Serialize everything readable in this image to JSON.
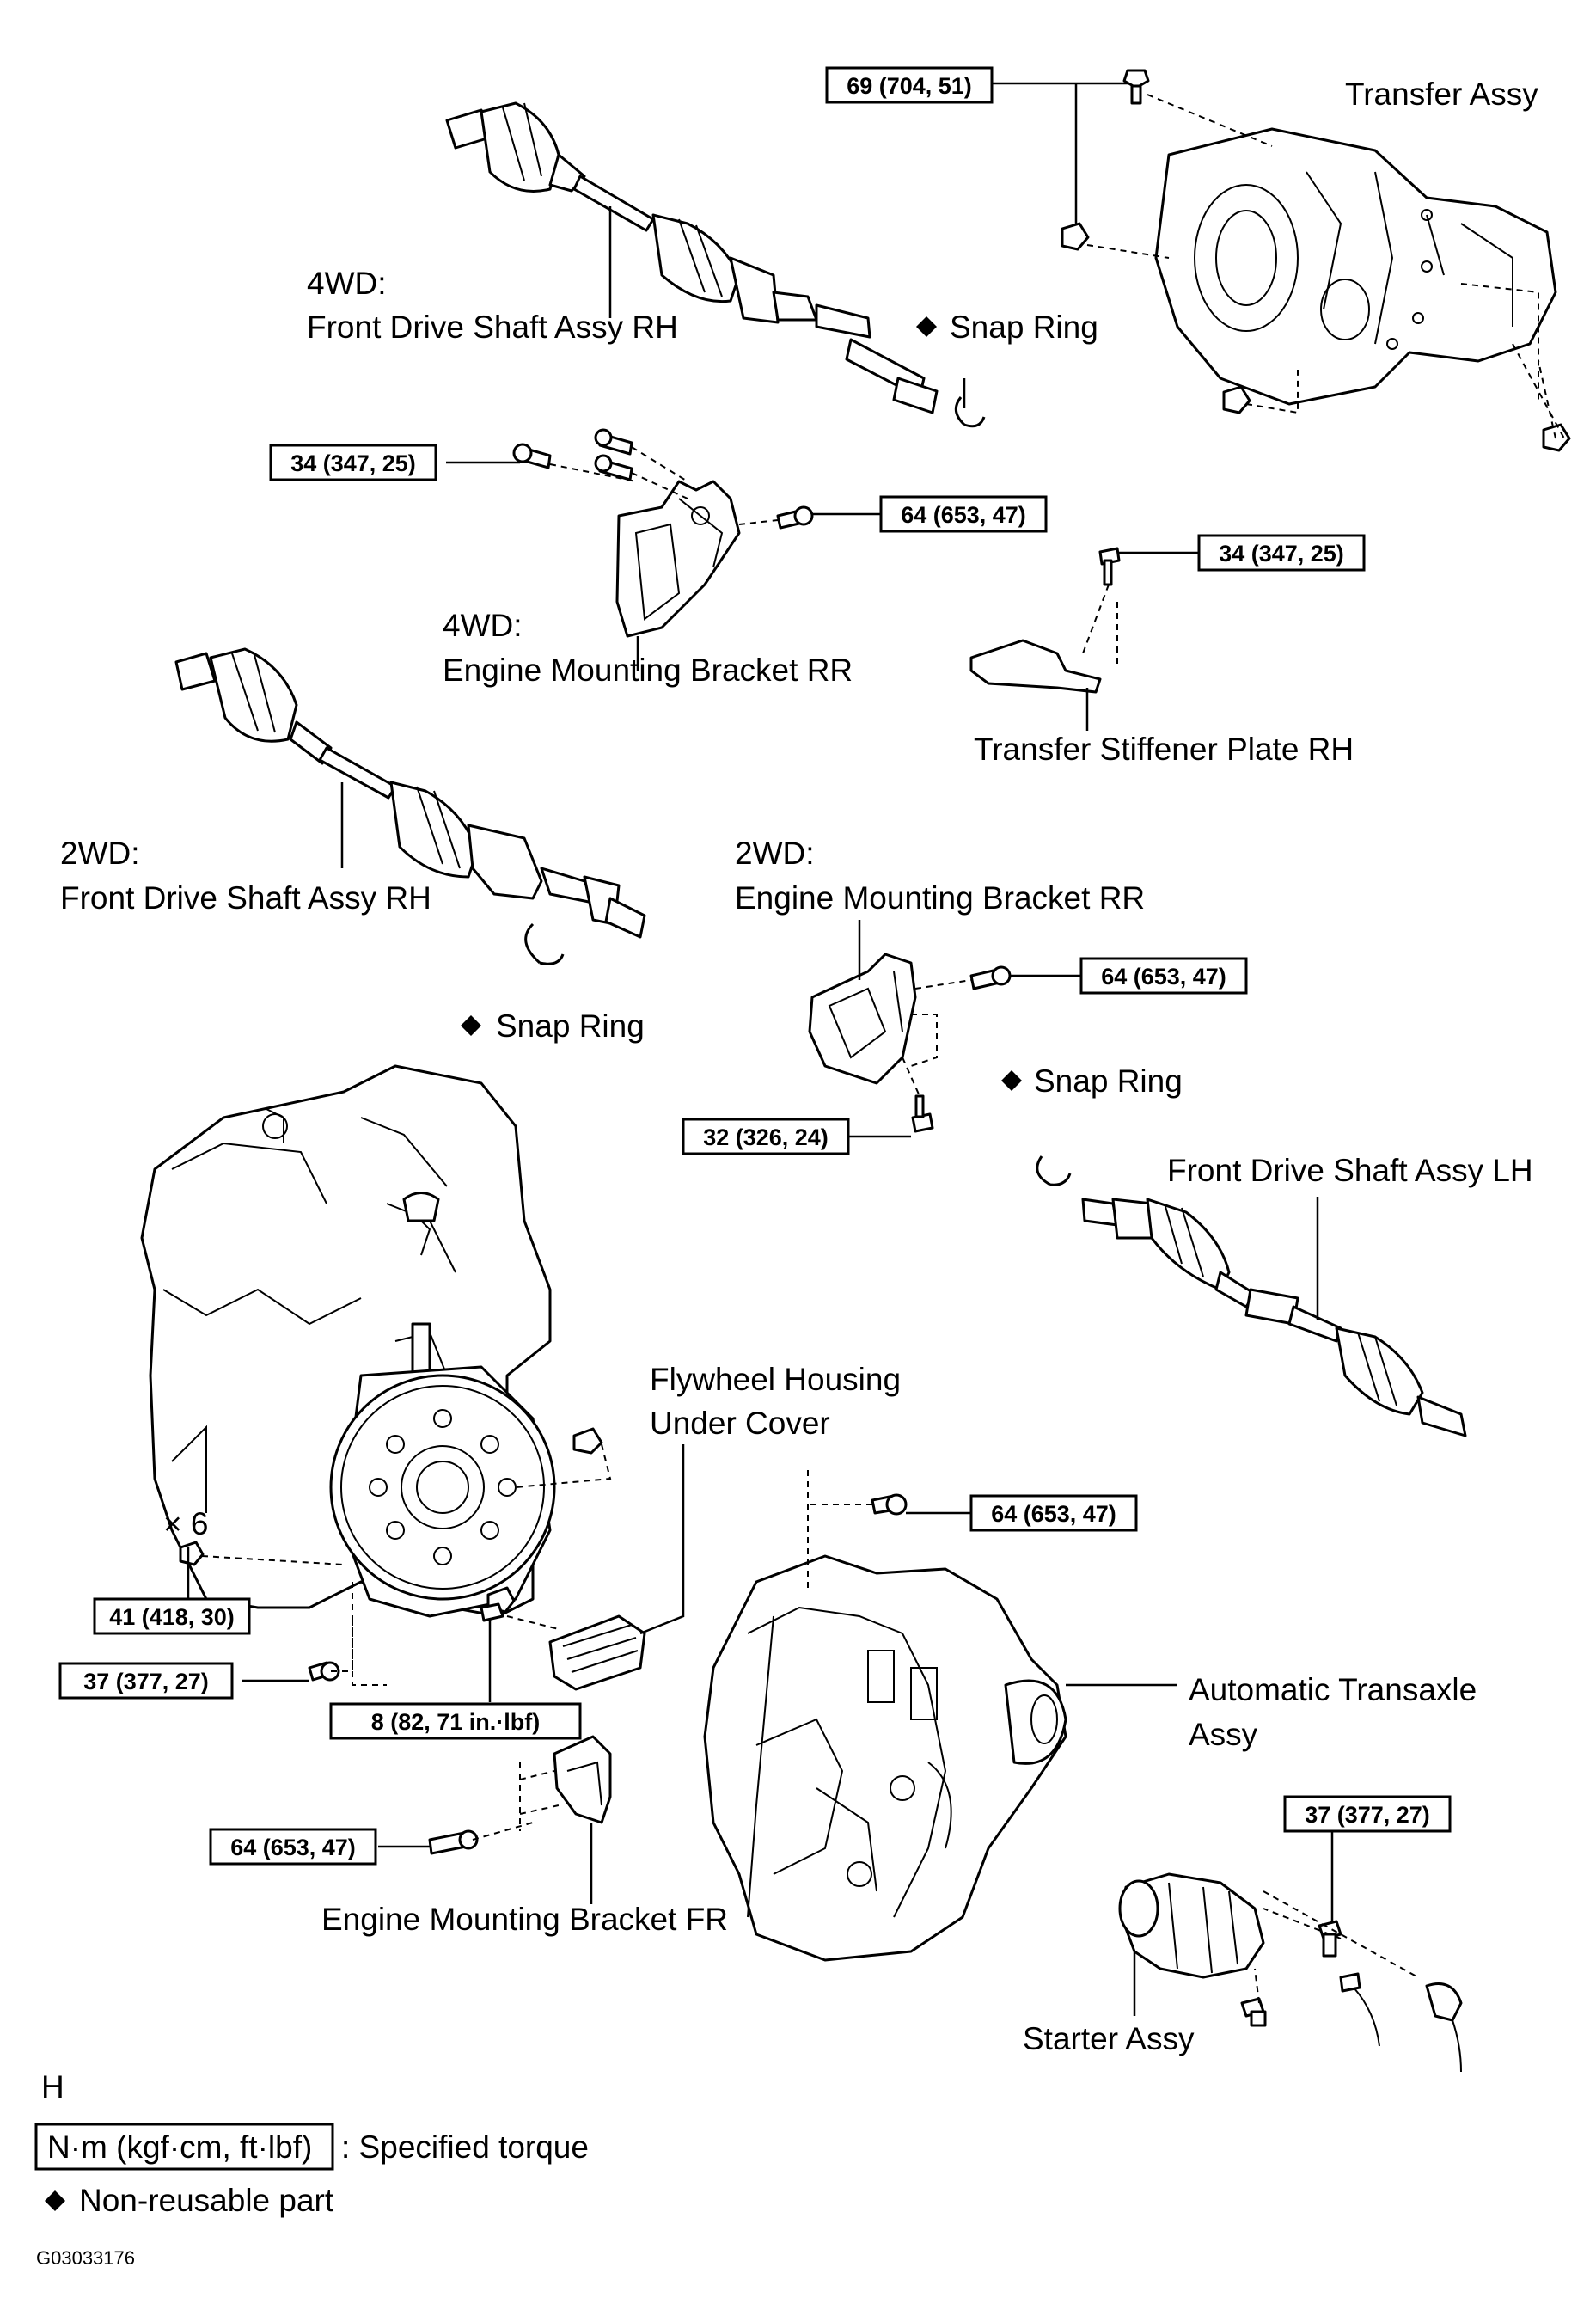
{
  "labels": {
    "transfer_assy": "Transfer Assy",
    "fds_rh_4wd": [
      "4WD:",
      "Front Drive Shaft Assy RH"
    ],
    "snap_ring_top": "Snap Ring",
    "emb_rr_4wd": [
      "4WD:",
      "Engine Mounting Bracket RR"
    ],
    "stiffener": "Transfer Stiffener Plate RH",
    "fds_rh_2wd": [
      "2WD:",
      "Front Drive Shaft Assy RH"
    ],
    "emb_rr_2wd": [
      "2WD:",
      "Engine Mounting Bracket RR"
    ],
    "snap_ring_mid": "Snap Ring",
    "snap_ring_right": "Snap Ring",
    "fds_lh": "Front Drive Shaft Assy LH",
    "flywheel_cover": [
      "Flywheel Housing",
      "Under Cover"
    ],
    "times6": "× 6",
    "auto_transaxle": [
      "Automatic Transaxle",
      "Assy"
    ],
    "emb_fr": "Engine Mounting Bracket FR",
    "starter": "Starter Assy",
    "view_h": "H"
  },
  "torques": {
    "t1": "69 (704, 51)",
    "t2": "34 (347, 25)",
    "t3": "64 (653, 47)",
    "t4": "34 (347, 25)",
    "t5": "64 (653, 47)",
    "t6": "32 (326, 24)",
    "t7": "64 (653, 47)",
    "t8": "41 (418, 30)",
    "t9": "37 (377, 27)",
    "t10": "8 (82, 71 in.·lbf)",
    "t11": "64 (653, 47)",
    "t12": "37 (377, 27)"
  },
  "legend": {
    "unit_box": "N·m (kgf·cm, ft·lbf)",
    "unit_text": ": Specified torque",
    "nonreusable": "Non-reusable part"
  },
  "figure_id": "G03033176"
}
